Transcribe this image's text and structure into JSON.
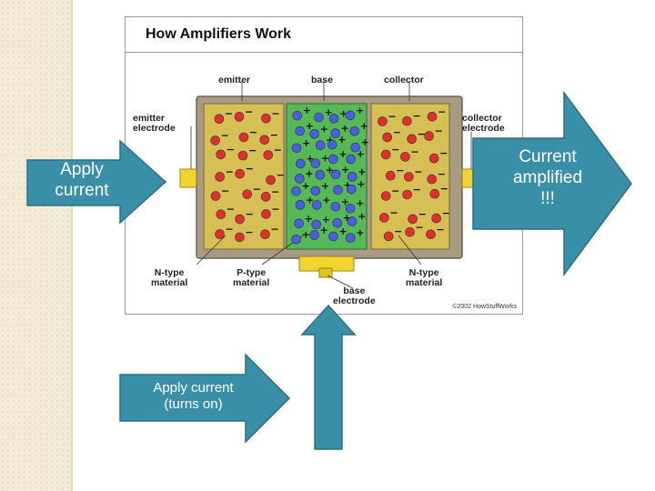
{
  "figure": {
    "title": "How Amplifiers Work",
    "labels": {
      "emitter": "emitter",
      "base": "base",
      "collector": "collector",
      "emitter_electrode": "emitter\nelectrode",
      "collector_electrode": "collector\nelectrode",
      "n_type_left": "N-type\nmaterial",
      "p_type": "P-type\nmaterial",
      "n_type_right": "N-type\nmaterial",
      "base_electrode": "base\nelectrode"
    },
    "copyright": "©2002 HowStuffWorks",
    "colors": {
      "n_region": "#d6bf55",
      "p_region": "#55b957",
      "housing": "#a89b84",
      "electrode": "#f2d430",
      "electron": "#e0302e",
      "hole": "#4a5fe0"
    }
  },
  "arrows": {
    "left_label": "Apply\ncurrent",
    "right_label": "Current\namplified\n!!!",
    "bottom_label": "Apply current\n(turns on)",
    "color": "#3a8fa8",
    "border": "#2c6f84"
  }
}
